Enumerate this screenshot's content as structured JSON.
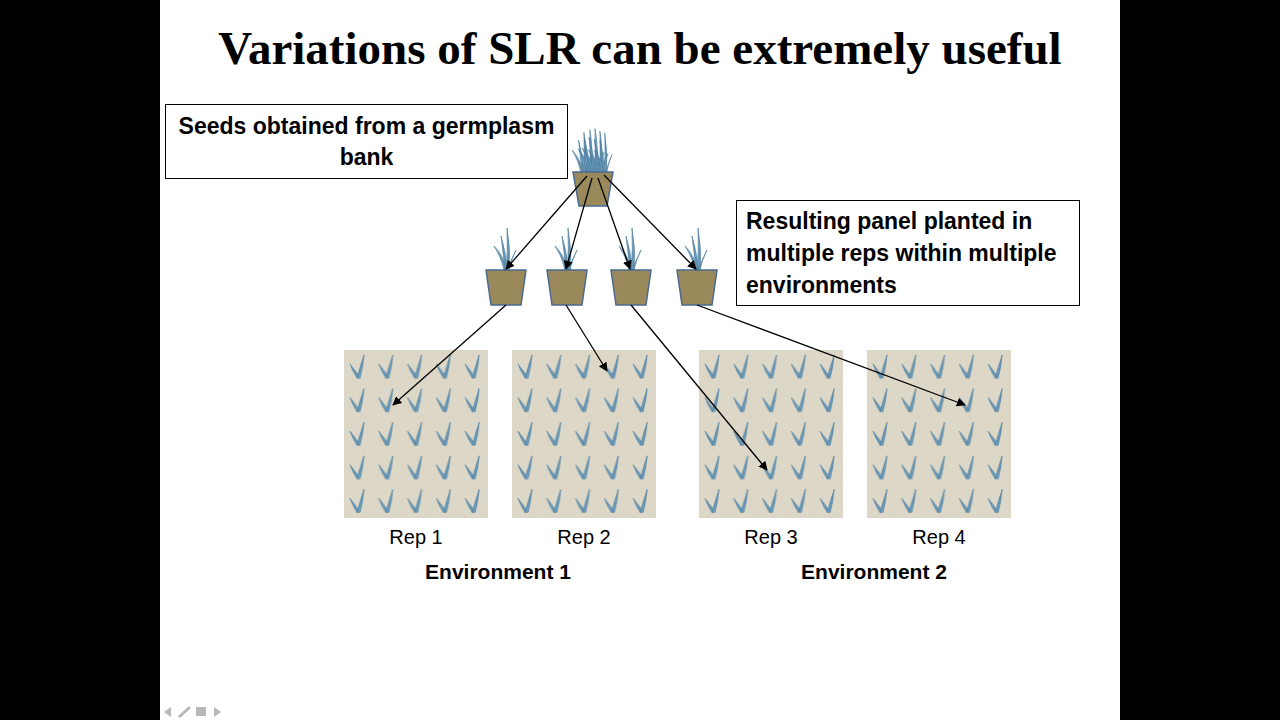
{
  "diagram": {
    "title": "Variations of SLR can be extremely useful",
    "nodes": [
      {
        "text": [
          "Seeds obtained from a germplasm bank"
        ]
      },
      {
        "text": [
          "Resulting panel planted in multiple reps within multiple environments"
        ]
      },
      {
        "text": [
          "Rep 1"
        ]
      },
      {
        "text": [
          "Rep 2"
        ]
      },
      {
        "text": [
          "Rep 3"
        ]
      },
      {
        "text": [
          "Rep 4"
        ]
      }
    ],
    "labels": [
      "Environment 1",
      "Environment 2"
    ]
  }
}
